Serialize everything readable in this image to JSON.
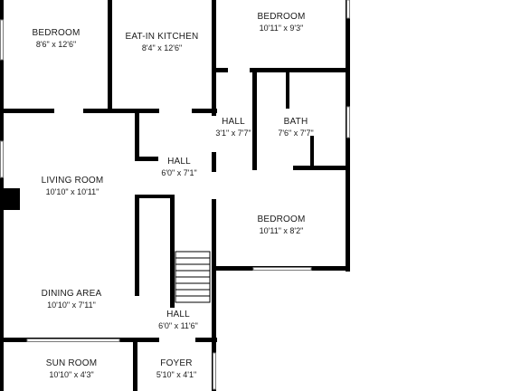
{
  "rooms": [
    {
      "name": "BEDROOM",
      "dims": "8'6\" x 12'6\""
    },
    {
      "name": "EAT-IN KITCHEN",
      "dims": "8'4\" x 12'6\""
    },
    {
      "name": "BEDROOM",
      "dims": "10'11\" x 9'3\""
    },
    {
      "name": "HALL",
      "dims": "3'1\" x 7'7\""
    },
    {
      "name": "BATH",
      "dims": "7'6\" x 7'7\""
    },
    {
      "name": "HALL",
      "dims": "6'0\" x 7'1\""
    },
    {
      "name": "LIVING ROOM",
      "dims": "10'10\" x 10'11\""
    },
    {
      "name": "BEDROOM",
      "dims": "10'11\" x 8'2\""
    },
    {
      "name": "DINING AREA",
      "dims": "10'10\" x 7'11\""
    },
    {
      "name": "HALL",
      "dims": "6'0\" x 11'6\""
    },
    {
      "name": "SUN ROOM",
      "dims": "10'10\" x 4'3\""
    },
    {
      "name": "FOYER",
      "dims": "5'10\" x 4'1\""
    }
  ],
  "colors": {
    "wall": "#000000",
    "background": "#ffffff",
    "window": "#9a9a9a"
  }
}
